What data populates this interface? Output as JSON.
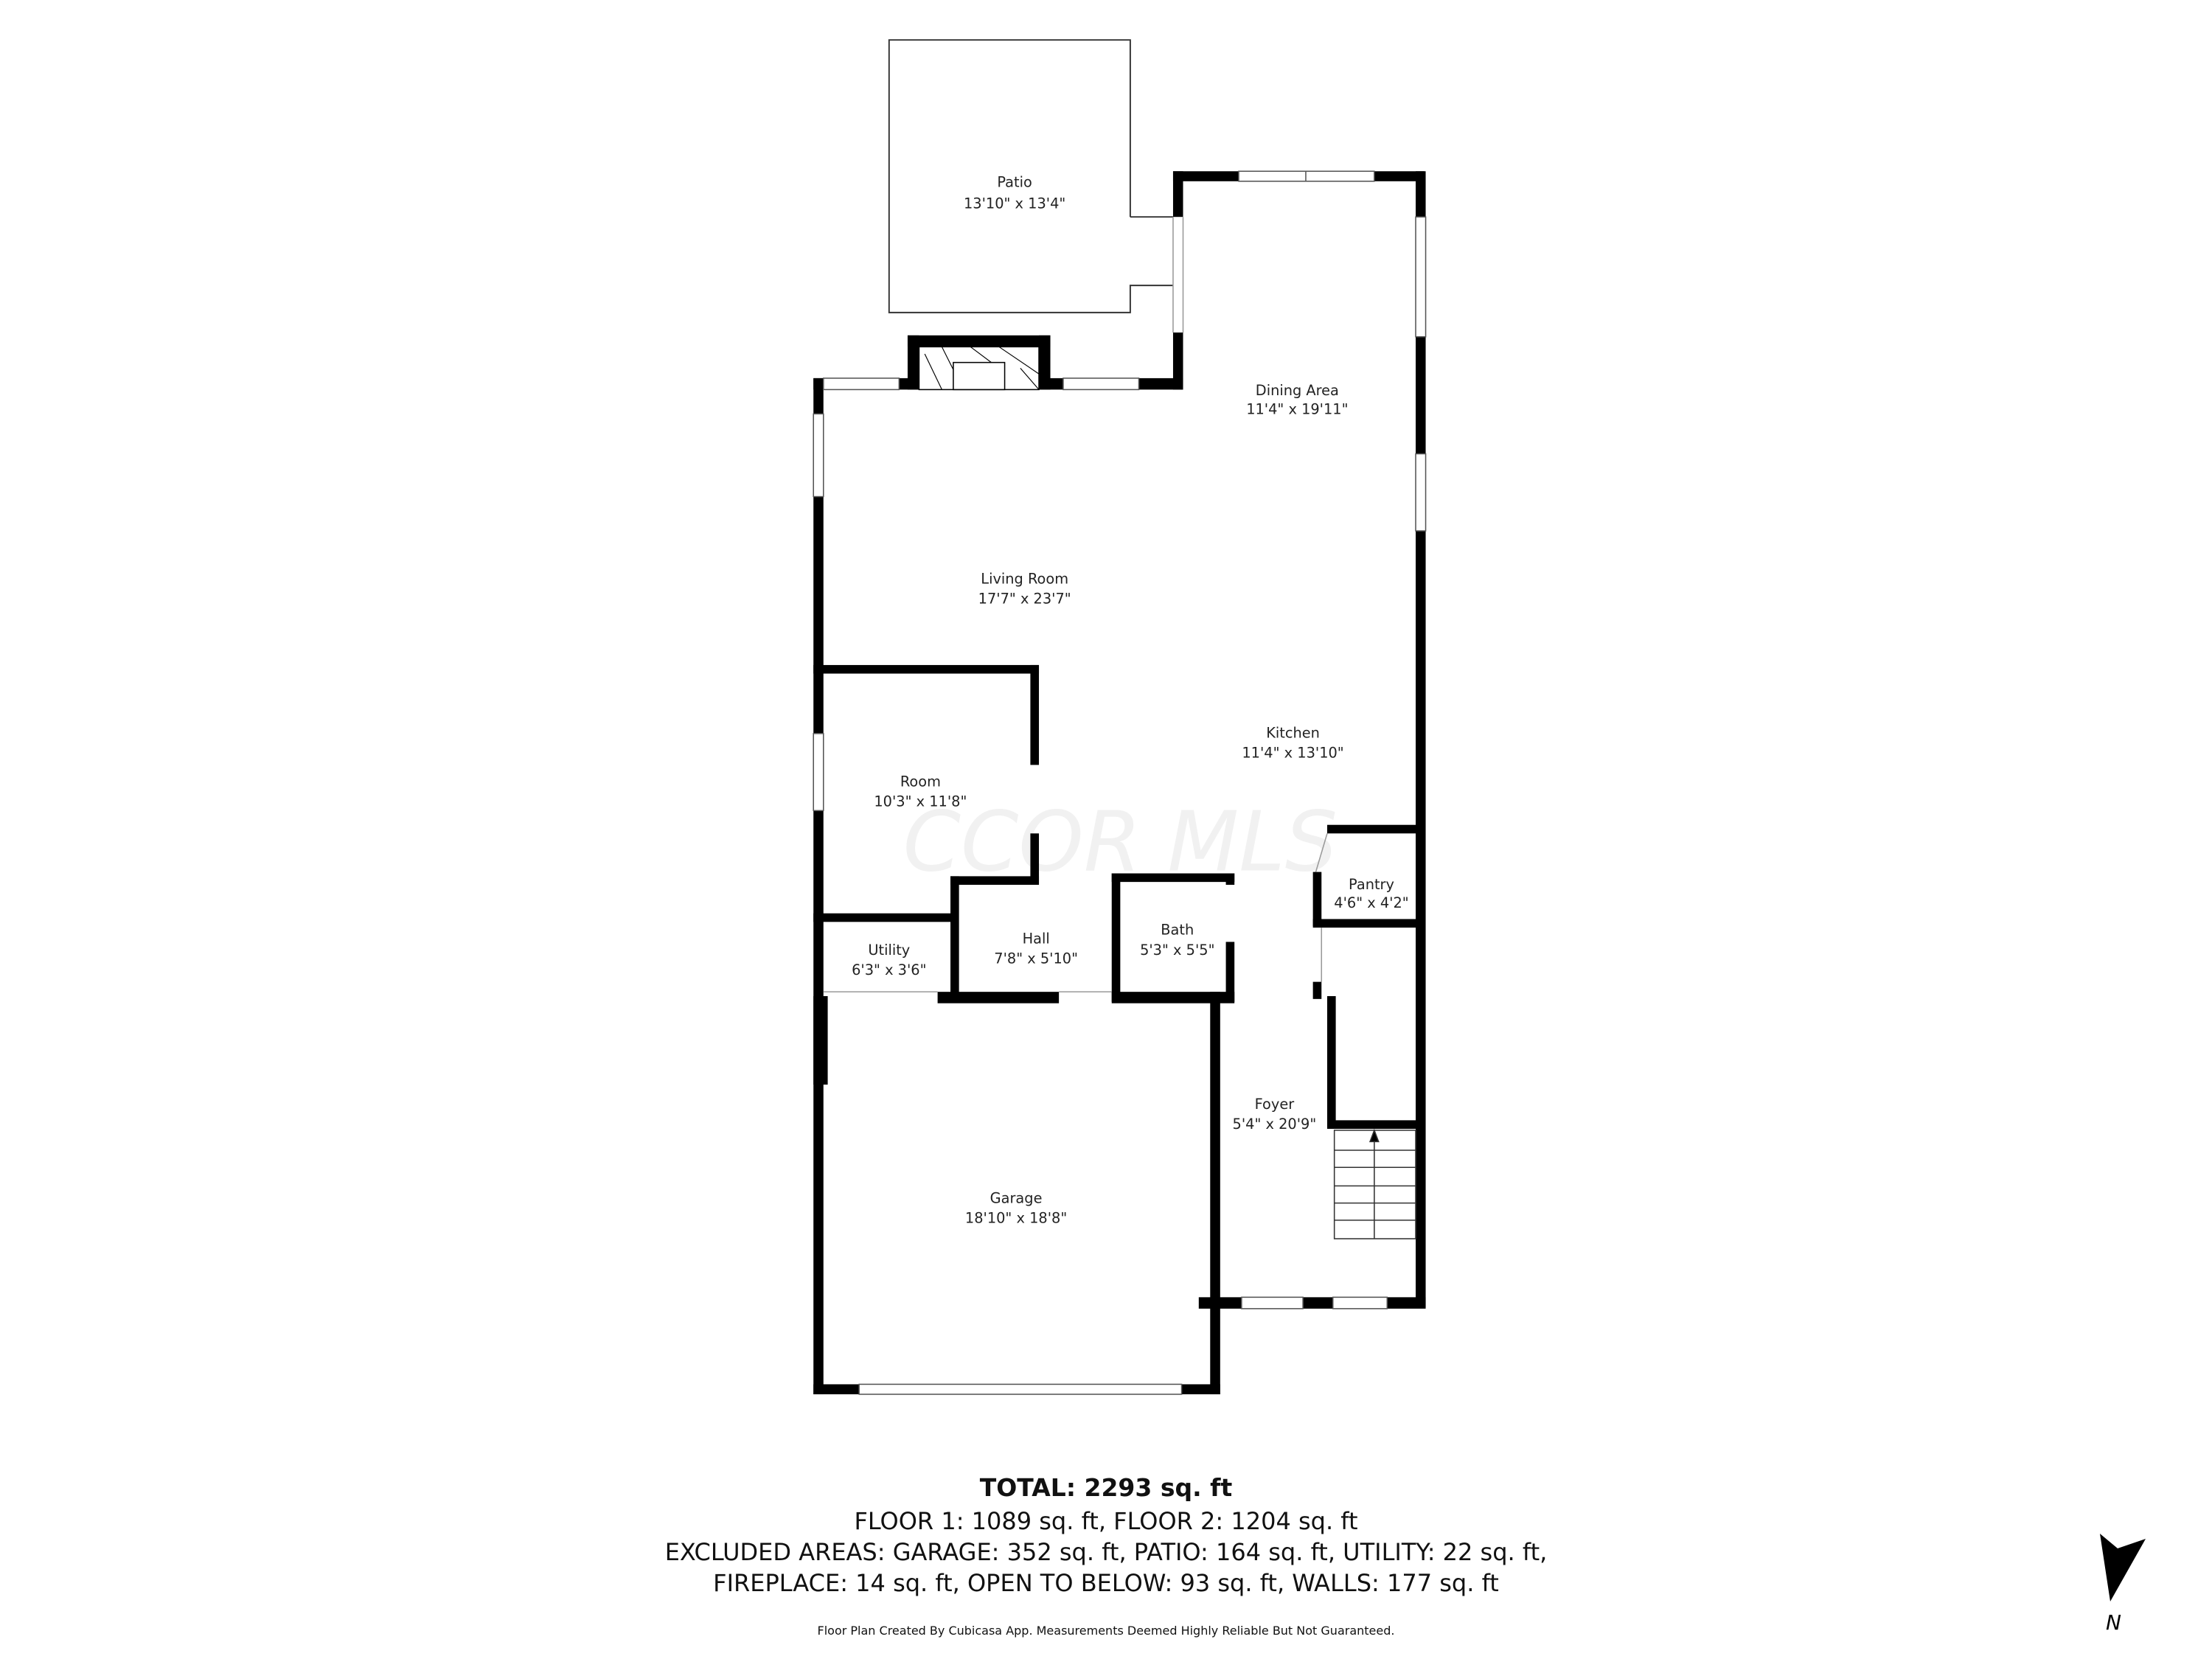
{
  "watermark": "CCOR MLS",
  "rooms": {
    "patio": {
      "name": "Patio",
      "dims": "13'10\" x 13'4\""
    },
    "dining": {
      "name": "Dining Area",
      "dims": "11'4\" x 19'11\""
    },
    "living": {
      "name": "Living Room",
      "dims": "17'7\" x 23'7\""
    },
    "kitchen": {
      "name": "Kitchen",
      "dims": "11'4\" x 13'10\""
    },
    "room": {
      "name": "Room",
      "dims": "10'3\" x 11'8\""
    },
    "pantry": {
      "name": "Pantry",
      "dims": "4'6\" x 4'2\""
    },
    "utility": {
      "name": "Utility",
      "dims": "6'3\" x 3'6\""
    },
    "hall": {
      "name": "Hall",
      "dims": "7'8\" x 5'10\""
    },
    "bath": {
      "name": "Bath",
      "dims": "5'3\" x 5'5\""
    },
    "foyer": {
      "name": "Foyer",
      "dims": "5'4\" x 20'9\""
    },
    "garage": {
      "name": "Garage",
      "dims": "18'10\" x 18'8\""
    }
  },
  "summary": {
    "total": "TOTAL: 2293 sq. ft",
    "floors": "FLOOR 1: 1089 sq. ft, FLOOR 2: 1204 sq. ft",
    "excluded_line1": "EXCLUDED AREAS: GARAGE: 352 sq. ft, PATIO: 164 sq. ft, UTILITY: 22 sq. ft,",
    "excluded_line2": "FIREPLACE: 14 sq. ft, OPEN TO BELOW: 93 sq. ft, WALLS: 177 sq. ft",
    "disclaimer": "Floor Plan Created By Cubicasa App. Measurements Deemed Highly Reliable But Not Guaranteed."
  },
  "compass": {
    "label": "N"
  },
  "colors": {
    "wall": "#000000",
    "background": "#ffffff",
    "text": "#222222"
  }
}
